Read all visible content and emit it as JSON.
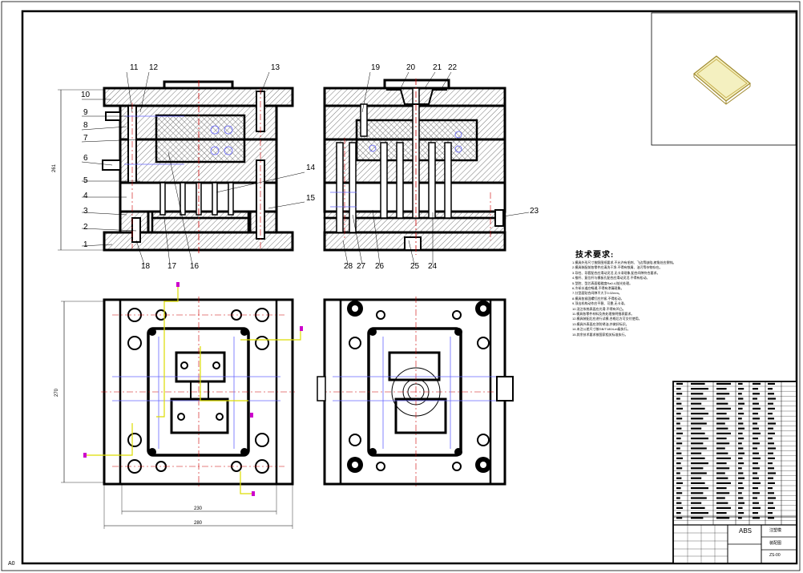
{
  "sheet": {
    "size_code": "A0",
    "frame_color": "#000000",
    "hatch_color": "#555555",
    "centerline_color": "#cc0000",
    "cooling_color": "#6666ff",
    "annotation_color": "#dddd00",
    "marker_color": "#cc00cc"
  },
  "front_section": {
    "callouts_left": [
      "10",
      "9",
      "8",
      "7",
      "6",
      "5",
      "4",
      "3",
      "2",
      "1"
    ],
    "callouts_top": [
      "11",
      "12",
      "13"
    ],
    "callouts_right": [
      "14",
      "15"
    ],
    "callouts_bottom": [
      "18",
      "17",
      "16"
    ],
    "overall_height_dim": "261"
  },
  "side_section": {
    "callouts_top": [
      "19",
      "20",
      "21",
      "22"
    ],
    "callouts_right": [
      "23"
    ],
    "callouts_bottom": [
      "28",
      "27",
      "26",
      "25",
      "24"
    ]
  },
  "plan_views": {
    "height_dim": "270",
    "width_inner_dim": "230",
    "width_outer_dim": "280"
  },
  "tech_requirements": {
    "title": "技术要求:",
    "lines": [
      "1.模具外形尺寸按照图纸要求,不允许有毛刺、飞边等缺陷,棱角处应倒钝。",
      "2.模具装配前各零件应清洗干净,不得有铁屑、油污等杂物存在。",
      "3.导柱、导套配合应滑动灵活,无卡滞现象,配合间隙符合要求。",
      "4.推杆、复位杆与模板孔配合应滑动灵活,不得有松动。",
      "5.型腔、型芯表面粗糙度Ra0.4,抛光处理。",
      "6.冷却水道应畅通,不得有渗漏现象。",
      "7.分型面贴合间隙不大于0.02mm。",
      "8.模具各紧固螺钉应拧紧,不得松动。",
      "9.顶出机构动作应平稳、可靠,无卡滞。",
      "10.浇注系统表面应光滑,不得有凹凸。",
      "11.模具各零件材料及热处理按明细表要求。",
      "12.模具装配后应进行试模,合格后方可交付使用。",
      "13.模具外表面应涂防锈油,并做好标识。",
      "14.未注公差尺寸按GB/T1804-m级执行。",
      "15.其余技术要求按国家相关标准执行。"
    ]
  },
  "title_block": {
    "material": "ABS",
    "drawing_name": "注塑模",
    "subtitle": "装配图",
    "drawing_no": "ZS-00"
  }
}
